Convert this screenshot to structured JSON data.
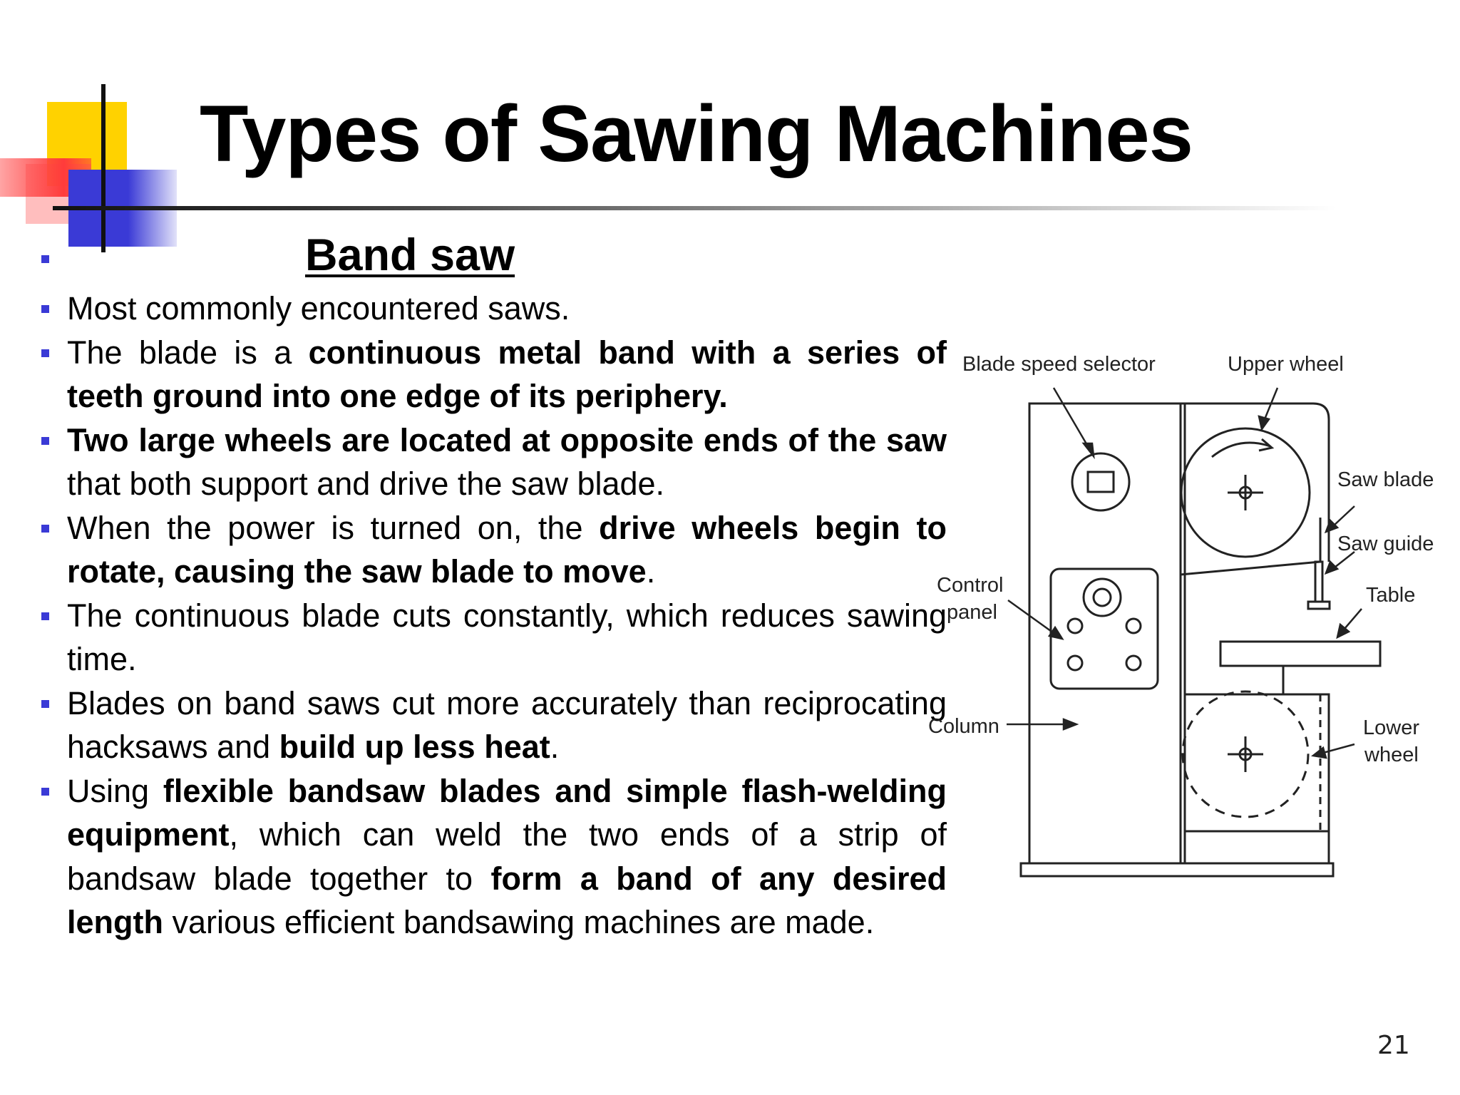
{
  "slide": {
    "title": "Types of Sawing Machines",
    "subheading": "Band saw",
    "page_number": "21",
    "accent_colors": {
      "bullet_marker": "#3a3ad6",
      "logo_yellow": "#ffd200",
      "logo_red": "#ff3b3b",
      "logo_blue": "#3a3ad6"
    }
  },
  "bullets": [
    {
      "segments": [
        {
          "text": "Most commonly encountered saws.",
          "bold": false
        }
      ]
    },
    {
      "segments": [
        {
          "text": "The blade is a ",
          "bold": false
        },
        {
          "text": "continuous metal band with a series of teeth ground into one edge of its periphery.",
          "bold": true
        }
      ]
    },
    {
      "segments": [
        {
          "text": "Two large wheels are located at opposite ends of the saw",
          "bold": true
        },
        {
          "text": " that both support and drive the saw blade.",
          "bold": false
        }
      ]
    },
    {
      "segments": [
        {
          "text": "When the power is turned on, the ",
          "bold": false
        },
        {
          "text": "drive wheels begin to rotate, causing the saw blade to move",
          "bold": true
        },
        {
          "text": ".",
          "bold": false
        }
      ]
    },
    {
      "segments": [
        {
          "text": "The continuous blade cuts constantly, which reduces sawing time.",
          "bold": false
        }
      ]
    },
    {
      "segments": [
        {
          "text": "Blades on band saws cut more accurately than reciprocating hacksaws and ",
          "bold": false
        },
        {
          "text": "build up less heat",
          "bold": true
        },
        {
          "text": ".",
          "bold": false
        }
      ]
    },
    {
      "segments": [
        {
          "text": "Using ",
          "bold": false
        },
        {
          "text": "flexible bandsaw blades and simple flash-welding equipment",
          "bold": true
        },
        {
          "text": ", which can weld the two ends of a strip of bandsaw blade together to ",
          "bold": false
        },
        {
          "text": "form a band of any desired length",
          "bold": true
        },
        {
          "text": " various efficient bandsawing machines are made.",
          "bold": false
        }
      ]
    }
  ],
  "figure": {
    "labels": {
      "blade_speed_selector": "Blade speed selector",
      "upper_wheel": "Upper wheel",
      "saw_blade": "Saw blade",
      "saw_guide": "Saw guide",
      "table": "Table",
      "control": "Control",
      "panel": "panel",
      "column": "Column",
      "lower": "Lower",
      "wheel": "wheel"
    }
  }
}
